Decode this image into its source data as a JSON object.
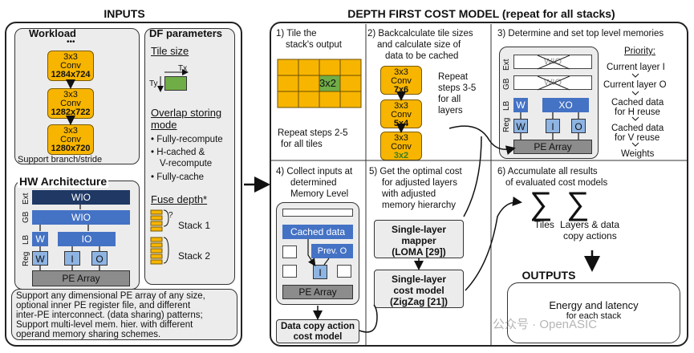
{
  "inputs": {
    "title": "INPUTS",
    "workload": {
      "title": "Workload",
      "dots": "•••",
      "layers": [
        {
          "op": "3x3",
          "name": "Conv",
          "size": "1284x724"
        },
        {
          "op": "3x3",
          "name": "Conv",
          "size": "1282x722"
        },
        {
          "op": "3x3",
          "name": "Conv",
          "size": "1280x720"
        }
      ],
      "note": "Support branch/stride"
    },
    "df": {
      "title": "DF parameters",
      "tile_size": "Tile size",
      "tx": "Tx",
      "ty": "Ty",
      "overlap_title_1": "Overlap storing",
      "overlap_title_2": "mode",
      "modes": [
        "• Fully-recompute",
        "• H-cached &",
        "V-recompute",
        "• Fully-cache"
      ],
      "fuse_title": "Fuse depth",
      "fuse_star": "*",
      "fuse_q": "?",
      "stack1": "Stack 1",
      "stack2": "Stack 2"
    },
    "hw": {
      "title": "HW Architecture",
      "ext": "Ext",
      "gb": "GB",
      "lb": "LB",
      "reg": "Reg",
      "wio": "WIO",
      "w": "W",
      "i": "I",
      "o": "O",
      "io": "IO",
      "pe": "PE Array"
    },
    "support_1": "Support any dimensional PE array of any size,",
    "support_2": "optional inner PE register file, and different",
    "support_3": "inter-PE interconnect. (data sharing) patterns;",
    "support_4": "Support multi-level mem. hier. with different",
    "support_5": "operand memory sharing schemes."
  },
  "model": {
    "title": "DEPTH FIRST COST MODEL (repeat for all stacks)",
    "step1": {
      "l1": "1) Tile the",
      "l2": "stack's output",
      "tile": "3x2",
      "r1": "Repeat steps 2-5",
      "r2": "for all tiles"
    },
    "step2": {
      "l1": "2) Backcalculate tile sizes",
      "l2": "and calculate size of",
      "l3": "data to be cached",
      "convs": [
        {
          "op": "3x3",
          "name": "Conv",
          "size": "7x6"
        },
        {
          "op": "3x3",
          "name": "Conv",
          "size": "5x4"
        },
        {
          "op": "3x3",
          "name": "Conv",
          "size": "3x2"
        }
      ],
      "r1": "Repeat",
      "r2": "steps 3-5",
      "r3": "for all",
      "r4": "layers"
    },
    "step3": {
      "l1": "3) Determine and set top level memories",
      "ext": "Ext",
      "gb": "GB",
      "lb": "LB",
      "reg": "Reg",
      "wio": "WIO",
      "w": "W",
      "xo": "XO",
      "i": "I",
      "o": "O",
      "pe": "PE Array",
      "priority": "Priority:",
      "p": [
        "Current layer I",
        "Current layer O",
        "Cached data",
        "for H reuse",
        "Cached data",
        "for V reuse",
        "Weights"
      ]
    },
    "step4": {
      "l1": "4) Collect inputs at",
      "l2": "determined",
      "l3": "Memory Level",
      "cached": "Cached data",
      "prev": "Prev. O",
      "i": "I",
      "pe": "PE Array",
      "dc1": "Data copy action",
      "dc2": "cost model"
    },
    "step5": {
      "l1": "5) Get the optimal cost",
      "l2": "for adjusted layers",
      "l3": "with adjusted",
      "l4": "memory hierarchy",
      "m1": "Single-layer",
      "m2": "mapper",
      "m3": "(LOMA [29])",
      "c1": "Single-layer",
      "c2": "cost model",
      "c3": "(ZigZag [21])"
    },
    "step6": {
      "l1": "6) Accumulate all results",
      "l2": "of evaluated cost models",
      "sum": "∑",
      "tiles": "Tiles",
      "layers1": "Layers & data",
      "layers2": "copy actions"
    }
  },
  "outputs": {
    "title": "OUTPUTS",
    "l1": "Energy and latency",
    "l2": "for each stack"
  },
  "watermark": "公众号 · OpenASIC"
}
